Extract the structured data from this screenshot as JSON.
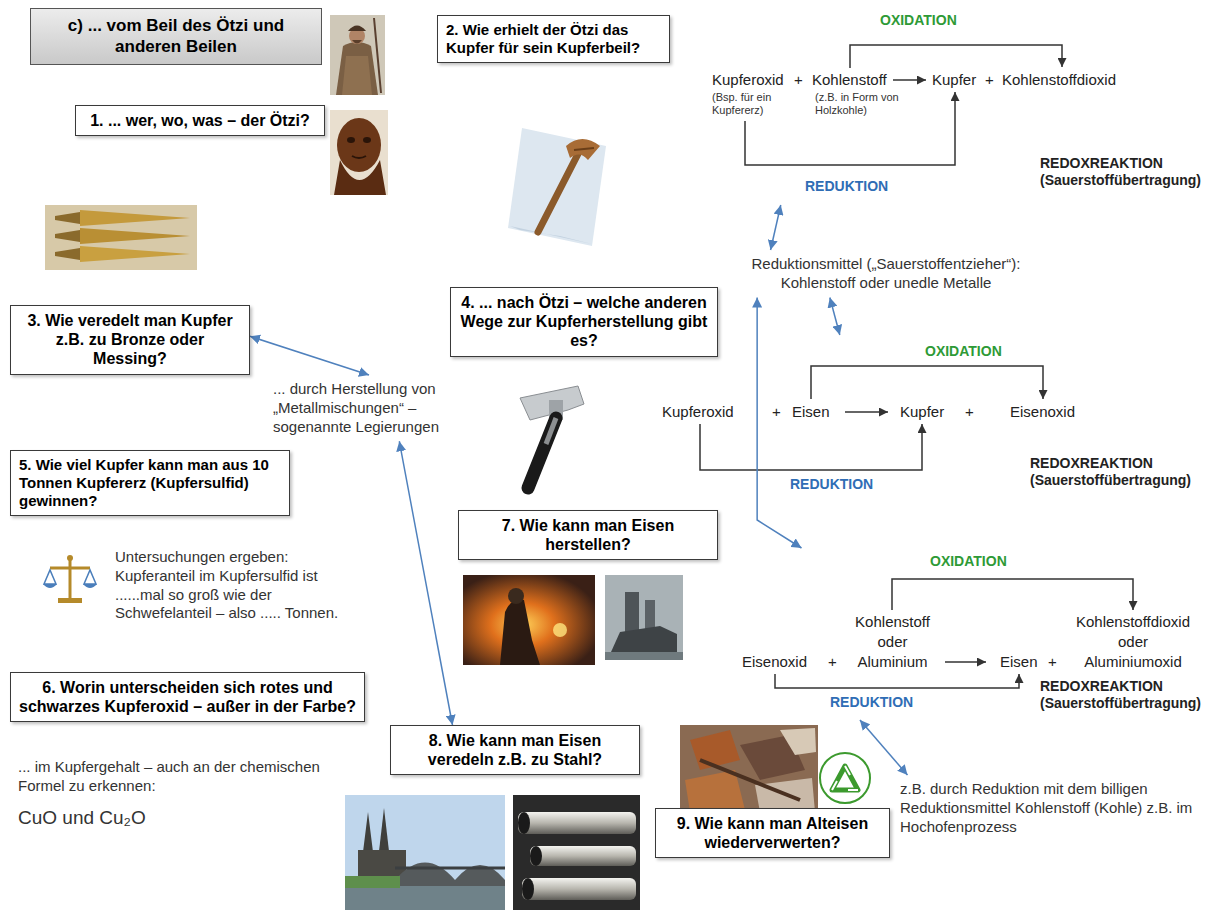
{
  "diagram": {
    "title": "c) ... vom Beil des Ötzi und anderen Beilen",
    "nodes": [
      {
        "text": [
          "1. ... wer, wo, was – der Ötzi?"
        ]
      },
      {
        "text": [
          "2. Wie erhielt der Ötzi das Kupfer für sein Kupferbeil?"
        ]
      },
      {
        "text": [
          "OXIDATION",
          "Kupferoxid",
          "(Bsp. für ein Kupfererz)",
          "+",
          "Kohlenstoff",
          "(z.B. in Form von Holzkohle)",
          "Kupfer",
          "+",
          "Kohlenstoffdioxid",
          "REDUKTION",
          "REDOXREAKTION (Sauerstoffübertragung)"
        ]
      },
      {
        "text": [
          "Reduktionsmittel („Sauerstoffentzieher“): Kohlenstoff oder unedle Metalle"
        ]
      },
      {
        "text": [
          "3. Wie veredelt man Kupfer z.B. zu Bronze oder Messing?"
        ]
      },
      {
        "text": [
          "... durch Herstellung von „Metallmischungen“ – sogenannte Legierungen"
        ]
      },
      {
        "text": [
          "4. ... nach Ötzi – welche anderen Wege zur Kupferherstellung gibt es?"
        ]
      },
      {
        "text": [
          "OXIDATION",
          "Kupferoxid",
          "+",
          "Eisen",
          "Kupfer",
          "+",
          "Eisenoxid",
          "REDUKTION",
          "REDOXREAKTION (Sauerstoffübertragung)"
        ]
      },
      {
        "text": [
          "5. Wie viel Kupfer kann man aus 10 Tonnen Kupfererz (Kupfersulfid) gewinnen?"
        ]
      },
      {
        "text": [
          "7. Wie kann man Eisen herstellen?"
        ]
      },
      {
        "text": [
          "OXIDATION",
          "Eisenoxid",
          "+",
          "Kohlenstoff oder Aluminium",
          "Eisen",
          "+",
          "Kohlenstoffdioxid oder Aluminiumoxid",
          "REDUKTION",
          "REDOXREAKTION (Sauerstoffübertragung)"
        ]
      },
      {
        "text": [
          "6. Worin unterscheiden sich rotes und schwarzes Kupferoxid – außer in der Farbe?"
        ]
      },
      {
        "text": [
          "8. Wie kann man Eisen veredeln z.B. zu Stahl?"
        ]
      },
      {
        "text": [
          "9. Wie kann man Alteisen wiederverwerten?"
        ]
      },
      {
        "text": [
          "z.B. durch Reduktion mit dem billigen Reduktionsmittel Kohlenstoff (Kohle) z.B. im Hochofenprozess"
        ]
      }
    ],
    "edges": [
      {
        "from": 4,
        "to": 5,
        "arrow": "both"
      },
      {
        "from": 5,
        "to": 12,
        "arrow": "both"
      },
      {
        "from": 3,
        "to": 2,
        "arrow": "both"
      },
      {
        "from": 3,
        "to": 7,
        "arrow": "both"
      },
      {
        "from": 3,
        "to": 10,
        "arrow": "both"
      },
      {
        "from": 10,
        "to": 14,
        "arrow": "both"
      }
    ],
    "labels": [
      "Untersuchungen ergeben: Kupferanteil im Kupfersulfid ist ......mal so groß wie der Schwefelanteil – also ..... Tonnen.",
      "... im Kupfergehalt – auch an der chemischen Formel zu erkennen:",
      "CuO und Cu₂O"
    ]
  }
}
